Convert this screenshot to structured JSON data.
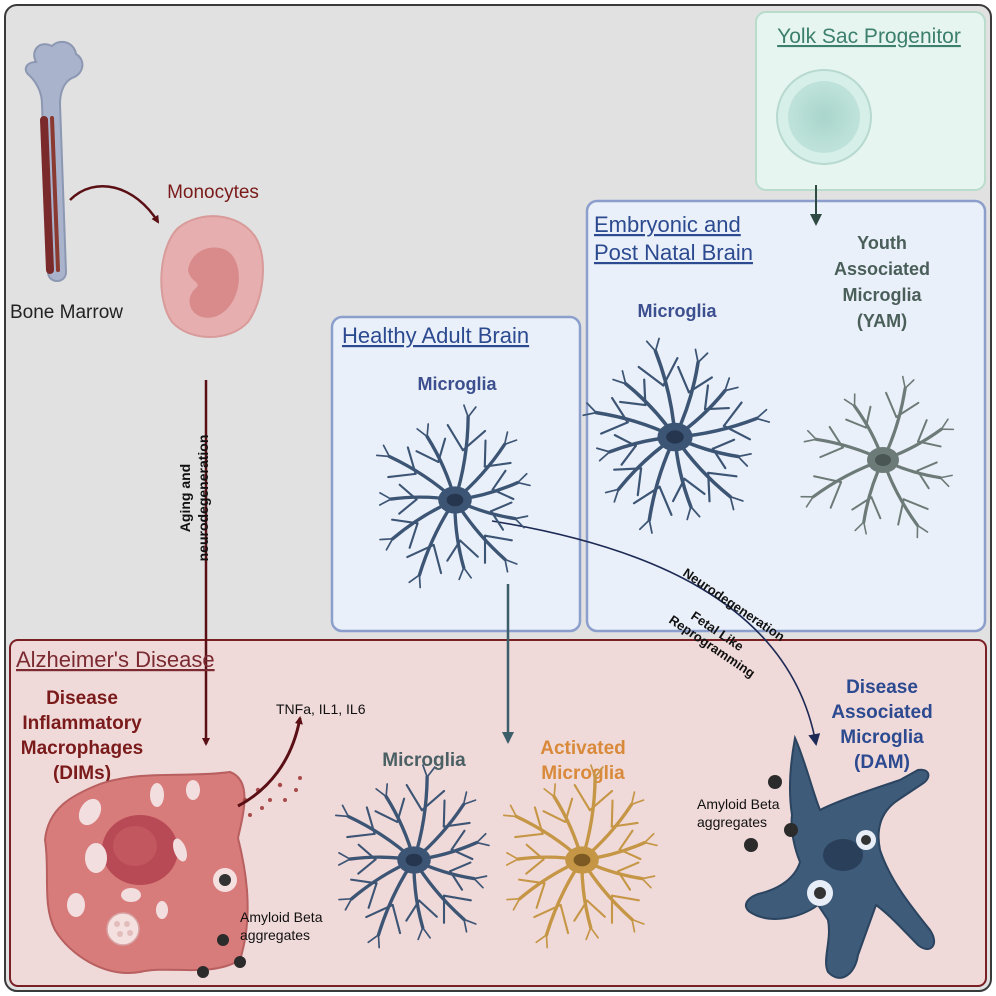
{
  "labels": {
    "yolk_sac": "Yolk Sac Progenitor",
    "embryonic_title_1": "Embryonic and",
    "embryonic_title_2": "Post Natal Brain",
    "embryonic_microglia": "Microglia",
    "yam_1": "Youth",
    "yam_2": "Associated",
    "yam_3": "Microglia",
    "yam_4": "(YAM)",
    "healthy_title": "Healthy Adult Brain",
    "healthy_microglia": "Microglia",
    "bone_marrow": "Bone Marrow",
    "monocytes": "Monocytes",
    "aging_1": "Aging and",
    "aging_2": "neurodegeneration",
    "ad_title": "Alzheimer's Disease",
    "dims_1": "Disease",
    "dims_2": "Inflammatory",
    "dims_3": "Macrophages",
    "dims_4": "(DIMs)",
    "cytokines": "TNFa, IL1, IL6",
    "amyloid_left_1": "Amyloid Beta",
    "amyloid_left_2": "aggregates",
    "ad_microglia": "Microglia",
    "activated_1": "Activated",
    "activated_2": "Microglia",
    "neurodegeneration": "Neurodegeneration",
    "fetal_1": "Fetal Like",
    "fetal_2": "Reprogramming",
    "dam_1": "Disease",
    "dam_2": "Associated",
    "dam_3": "Microglia",
    "dam_4": "(DAM)",
    "amyloid_right_1": "Amyloid Beta",
    "amyloid_right_2": "aggregates"
  },
  "colors": {
    "background": "#e1e1e1",
    "microglia_blue": "#3d5575",
    "yam_gray": "#6d7b78",
    "activated_gold": "#c59645",
    "ad_red": "#7a1a1a",
    "ad_panel": "#f0d9d9",
    "brain_panel": "#eaf0f9",
    "yolk_panel": "#e6f5ef",
    "title_blue": "#2c4a90"
  }
}
